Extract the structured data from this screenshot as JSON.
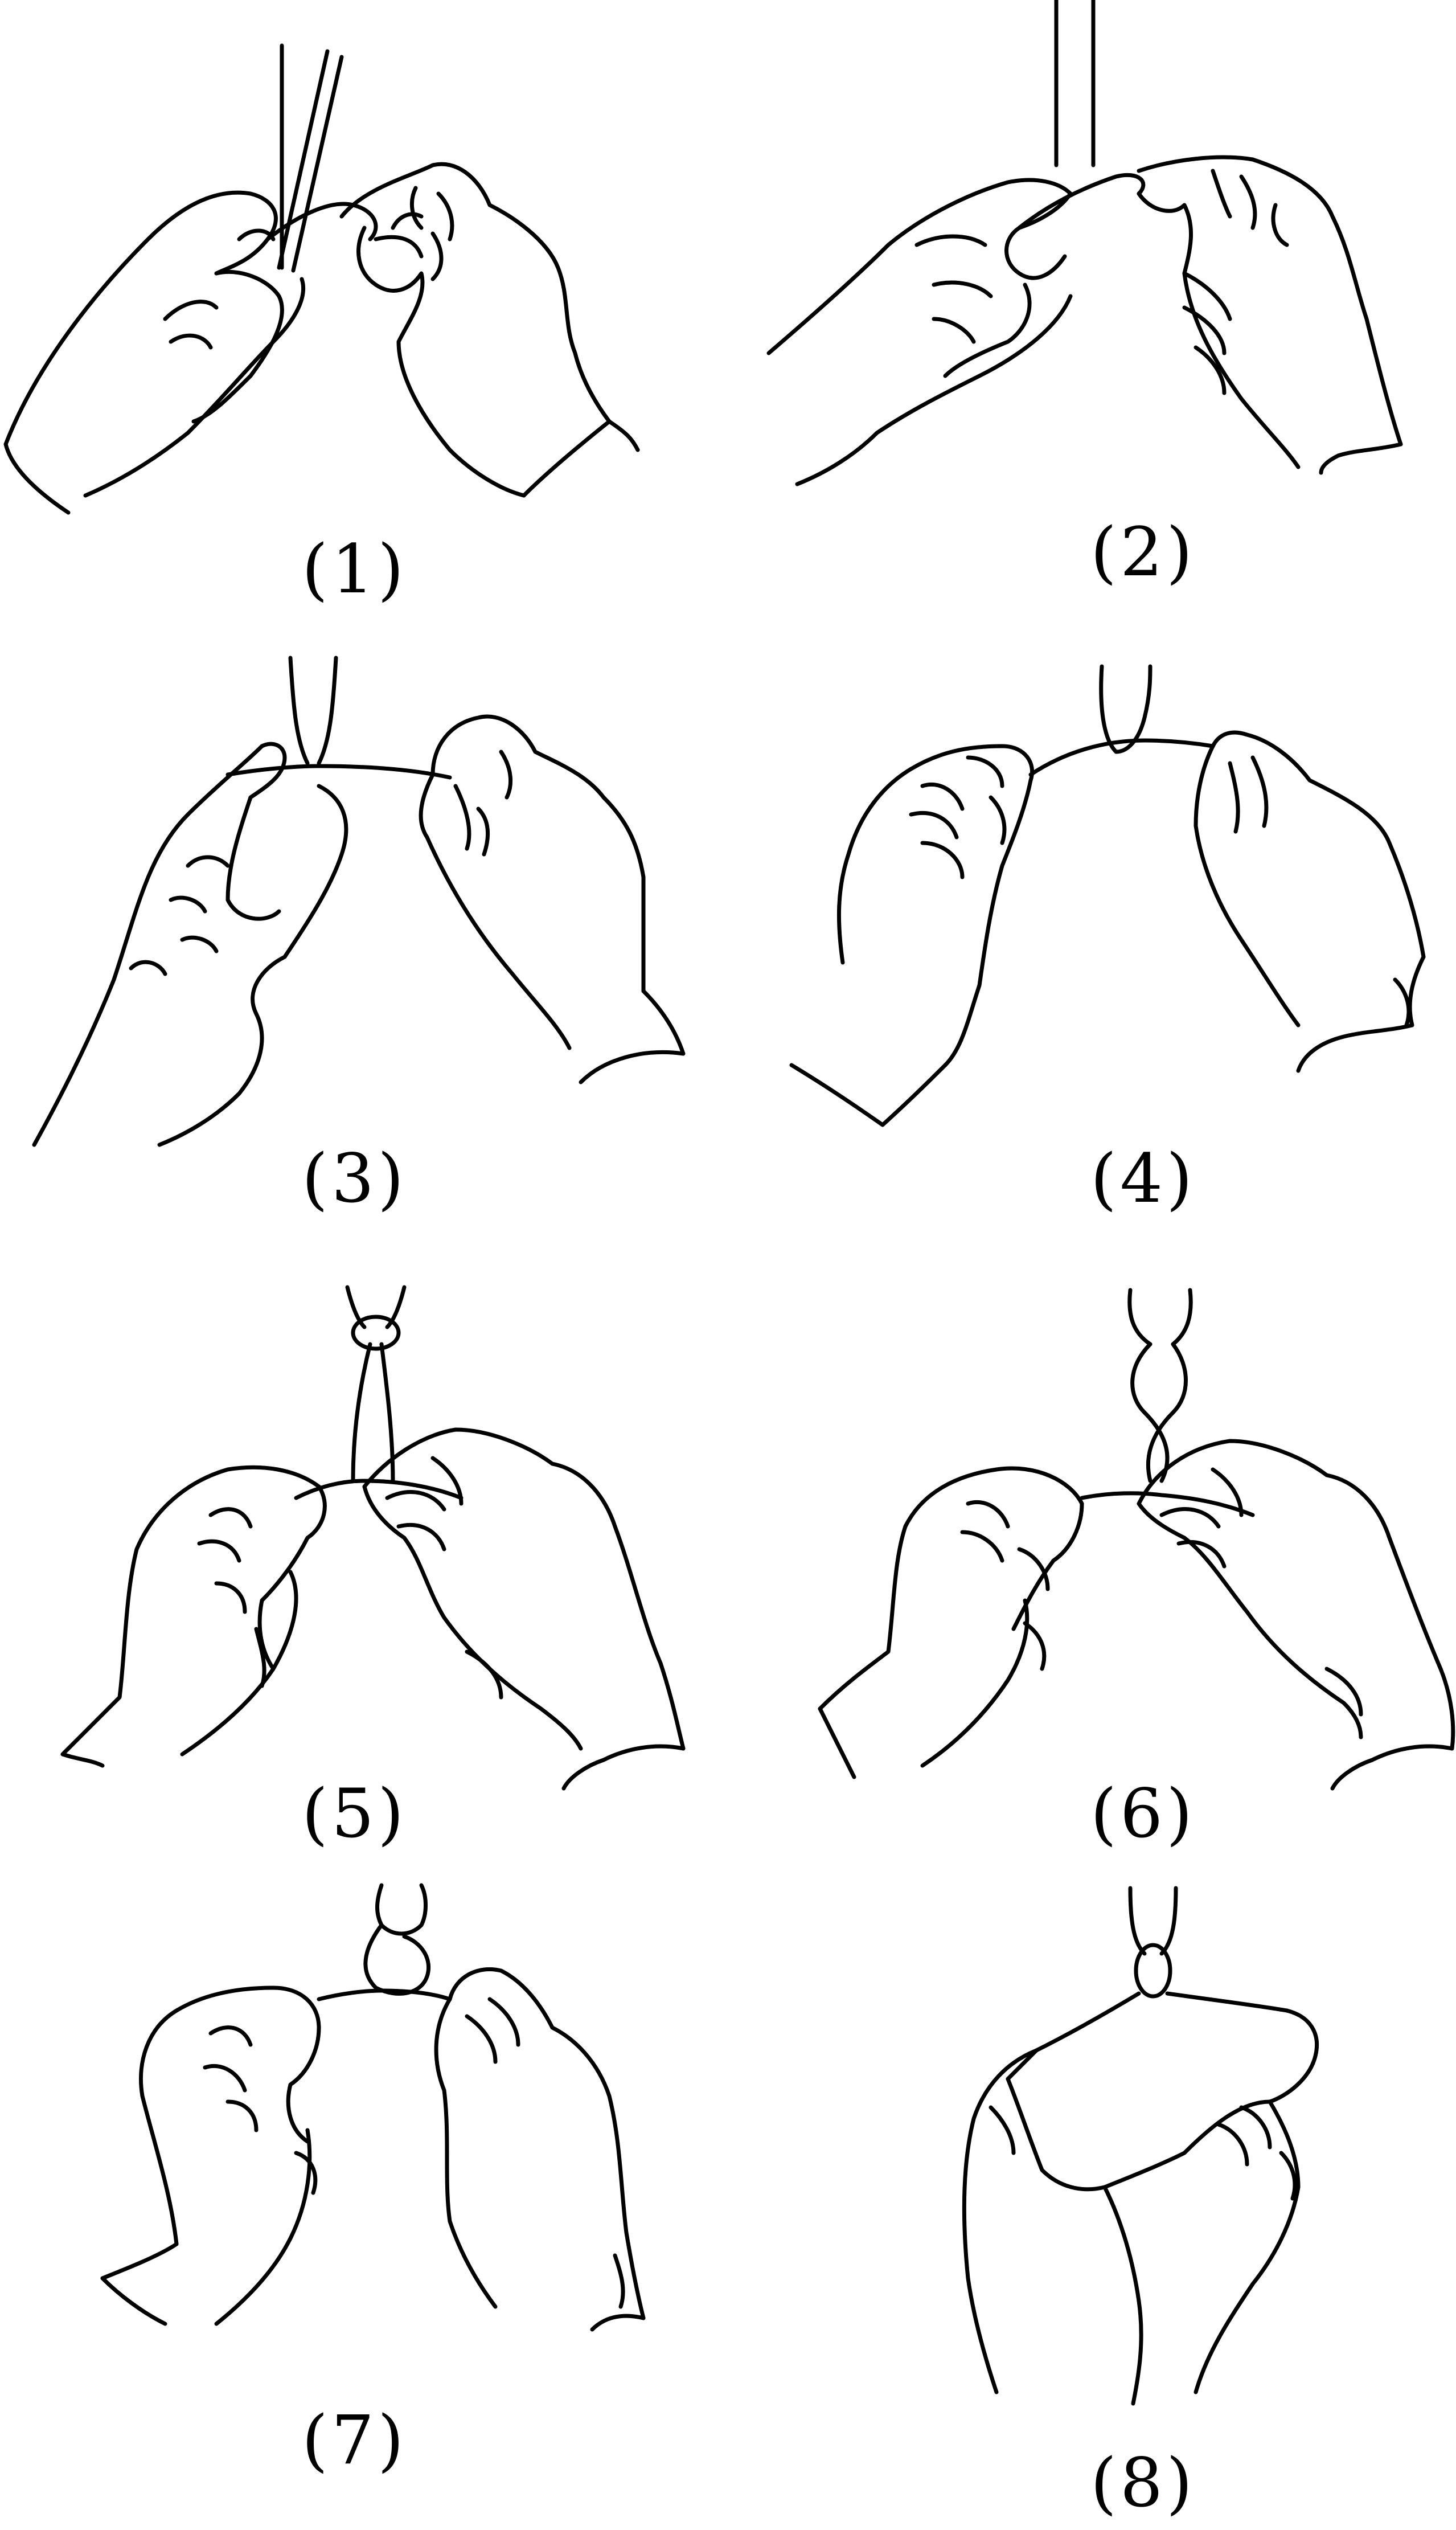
{
  "figure": {
    "step_labels": [
      "(1)",
      "(2)",
      "(3)",
      "(4)",
      "(5)",
      "(6)",
      "(7)",
      "(8)"
    ]
  },
  "colors": {
    "line": "#000000",
    "background": "#ffffff"
  }
}
